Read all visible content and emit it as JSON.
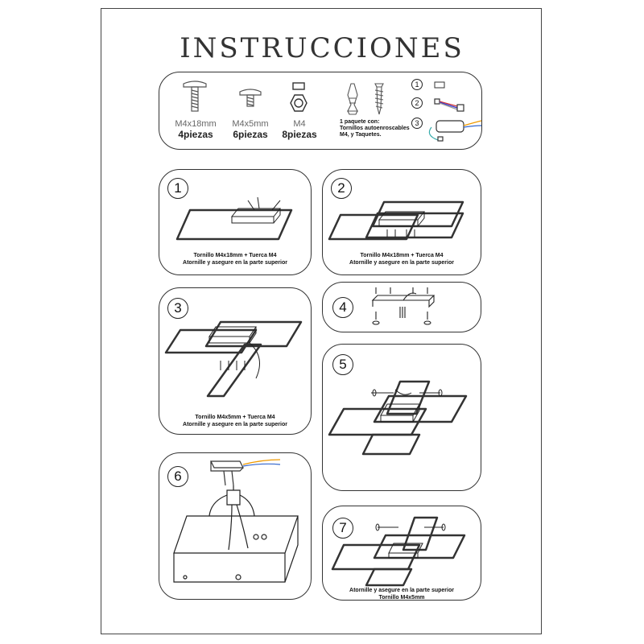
{
  "title": "INSTRUCCIONES",
  "parts": [
    {
      "size": "M4x18mm",
      "qty": "4piezas",
      "icon": "long-bolt-icon"
    },
    {
      "size": "M4x5mm",
      "qty": "6piezas",
      "icon": "short-bolt-icon"
    },
    {
      "size": "M4",
      "qty": "8piezas",
      "icon": "hex-nut-icon"
    }
  ],
  "pack_note": [
    "1 paquete con:",
    "Tornillos autoenroscables",
    "M4, y Taquetes."
  ],
  "connectors": [
    "1",
    "2",
    "3"
  ],
  "steps": [
    {
      "number": "1",
      "caption": [
        "Tornillo M4x18mm + Tuerca M4",
        "Atornille y asegure en la parte superior"
      ]
    },
    {
      "number": "2",
      "caption": [
        "Tornillo M4x18mm + Tuerca M4",
        "Atornille y asegure en la parte superior"
      ]
    },
    {
      "number": "3",
      "caption": [
        "Tornillo M4x5mm + Tuerca M4",
        "Atornille y asegure en la parte superior"
      ]
    },
    {
      "number": "4",
      "caption": []
    },
    {
      "number": "5",
      "caption": []
    },
    {
      "number": "6",
      "caption": []
    },
    {
      "number": "7",
      "caption": [
        "Atornille y asegure en la parte superior",
        "Tornillo M4x5mm"
      ]
    }
  ]
}
